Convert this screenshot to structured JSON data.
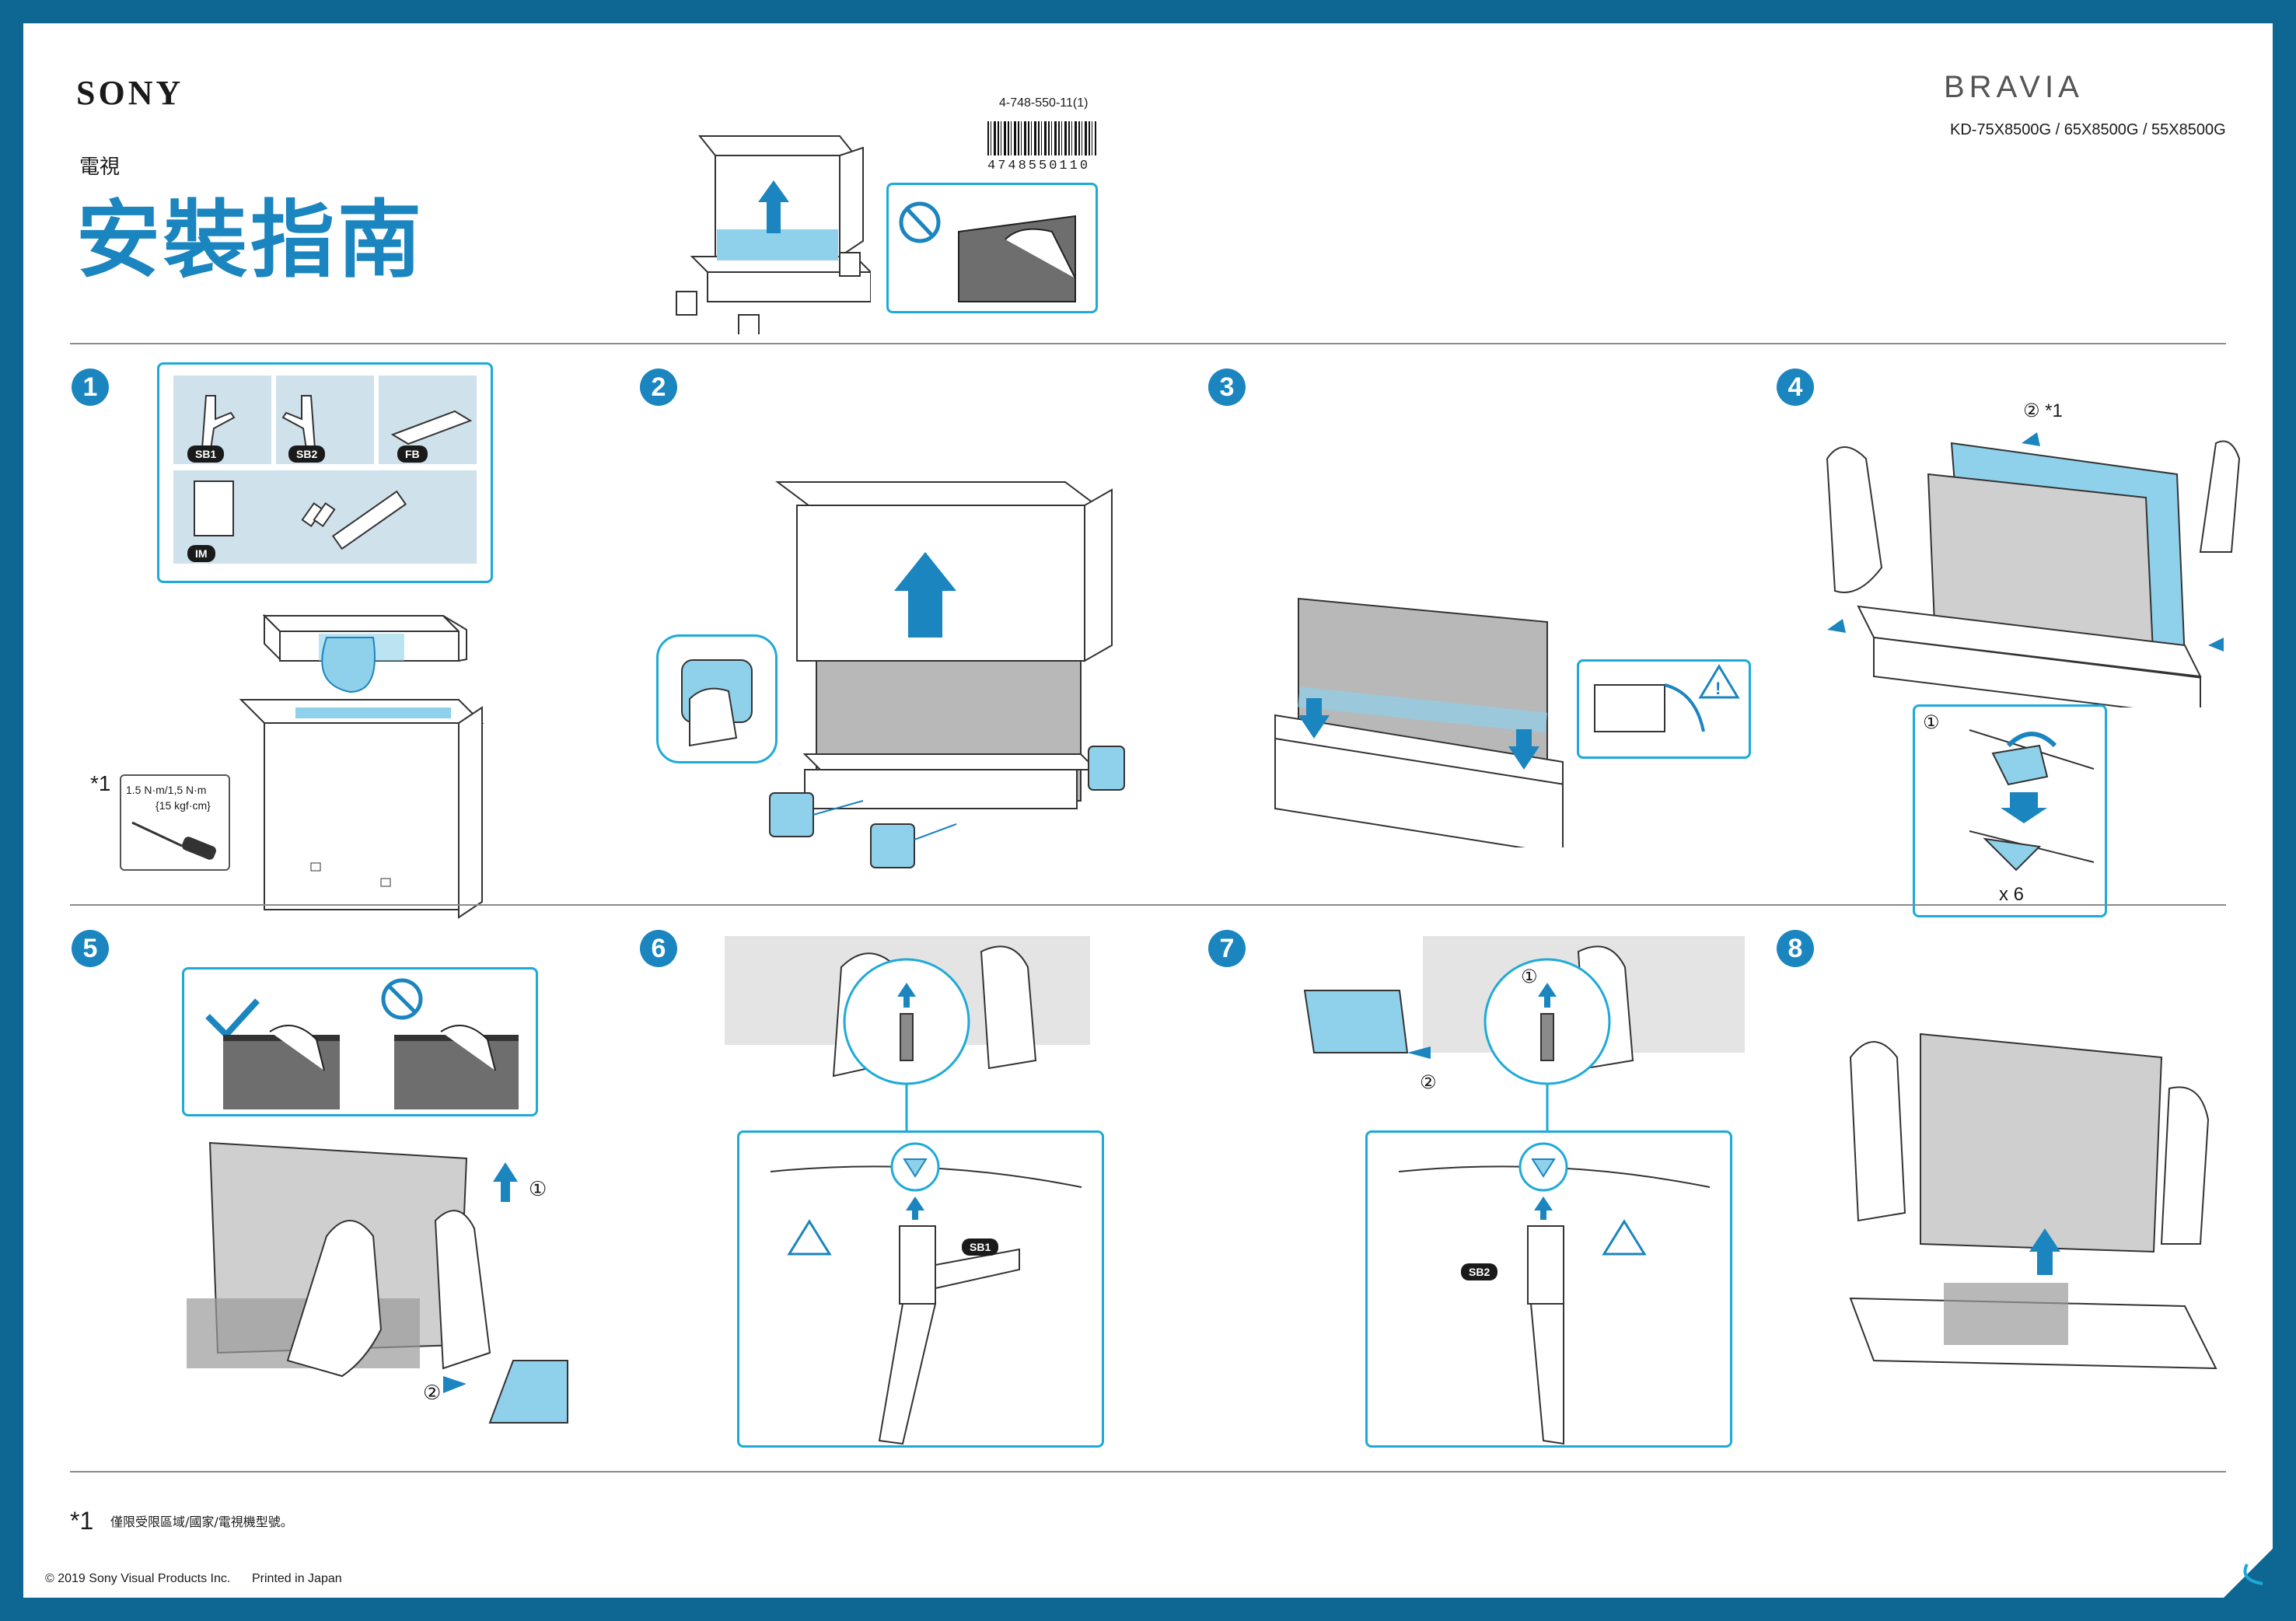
{
  "header": {
    "brand": "SONY",
    "subtitle": "電視",
    "title": "安裝指南",
    "part_number": "4-748-550-11(1)",
    "barcode_digits": "4748550110",
    "product_line": "BRAVIA",
    "models": "KD-75X8500G / 65X8500G / 55X8500G"
  },
  "steps": {
    "s1": {
      "num": "1",
      "tag_sb1": "SB1",
      "tag_sb2": "SB2",
      "tag_fb": "FB",
      "tag_im": "IM",
      "torque_line1": "1.5 N·m/1,5 N·m",
      "torque_line2": "{15 kgf·cm}",
      "star": "*1"
    },
    "s2": {
      "num": "2"
    },
    "s3": {
      "num": "3"
    },
    "s4": {
      "num": "4",
      "circle2_star": "② *1",
      "circle1": "①",
      "count": "x 6"
    },
    "s5": {
      "num": "5",
      "circle1": "①",
      "circle2": "②"
    },
    "s6": {
      "num": "6",
      "tag": "SB1"
    },
    "s7": {
      "num": "7",
      "circle1": "①",
      "circle2": "②",
      "tag": "SB2"
    },
    "s8": {
      "num": "8"
    }
  },
  "footer": {
    "footnote_marker": "*1",
    "footnote_text": "僅限受限區域/國家/電視機型號。",
    "copyright": "© 2019 Sony Visual Products Inc.",
    "printed": "Printed in Japan"
  },
  "colors": {
    "frame": "#0d6792",
    "accent": "#1a85bf",
    "callout": "#1eaad9",
    "fill": "#8fd0ea"
  }
}
